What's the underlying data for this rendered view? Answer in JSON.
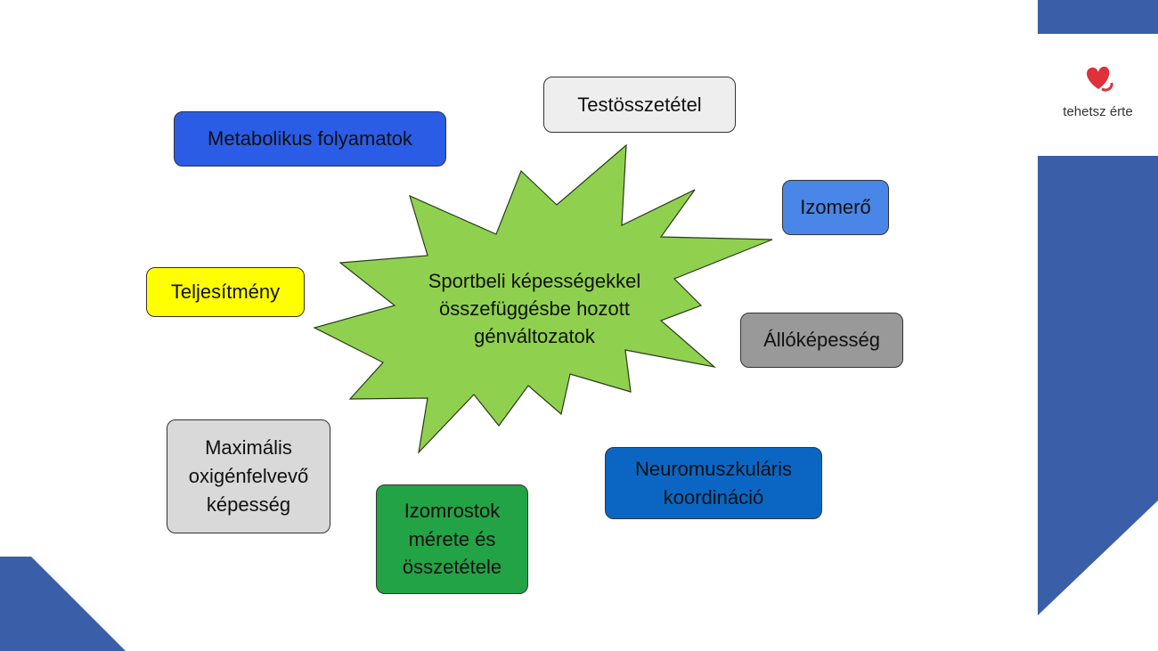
{
  "center": {
    "text": "Sportbeli képességekkel\nösszefüggésbe hozott\ngénváltozatok"
  },
  "boxes": {
    "metabolic": "Metabolikus folyamatok",
    "body_comp": "Testösszetétel",
    "strength": "Izomerő",
    "performance": "Teljesítmény",
    "endurance": "Állóképesség",
    "vo2max": "Maximális\noxigénfelvevő\nképesség",
    "fibers": "Izomrostok\nmérete és\nösszetétele",
    "neuro": "Neuromuszkuláris\nkoordináció"
  },
  "logo": {
    "text": "tehetsz érte"
  },
  "colors": {
    "accent": "#3a5fa8",
    "star": "#8fd14f"
  }
}
